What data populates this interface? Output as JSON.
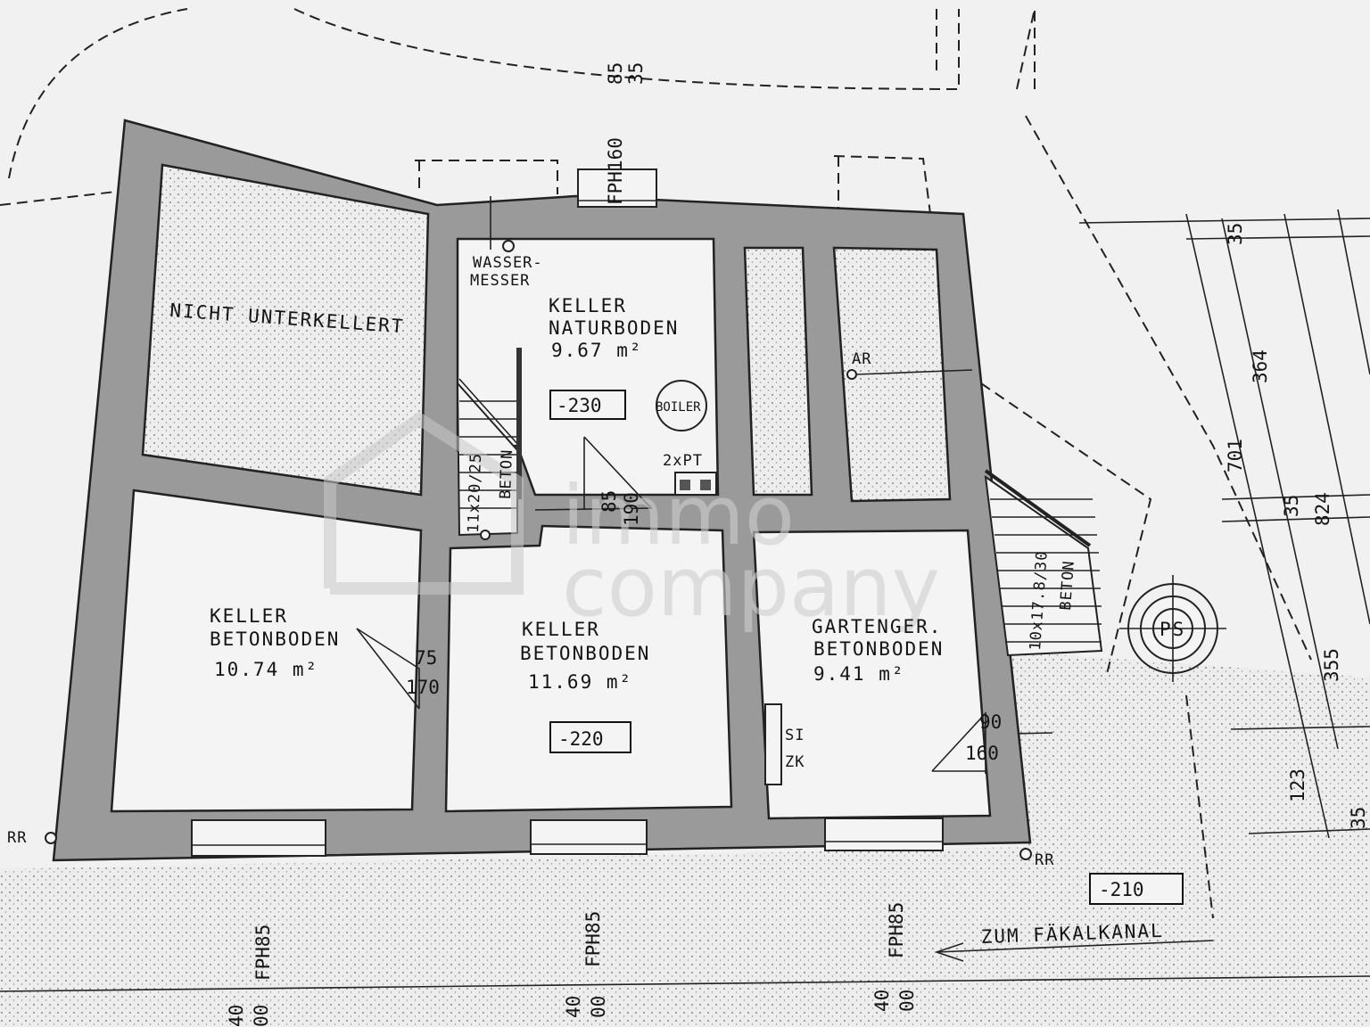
{
  "rooms": {
    "nicht_unterkellert": "NICHT UNTERKELLERT",
    "keller_natur": {
      "name": "KELLER",
      "floor": "NATURBODEN",
      "area": "9.67  m²"
    },
    "keller_left": {
      "name": "KELLER",
      "floor": "BETONBODEN",
      "area": "10.74  m²"
    },
    "keller_center": {
      "name": "KELLER",
      "floor": "BETONBODEN",
      "area": "11.69  m²"
    },
    "gartenger": {
      "name": "GARTENGER.",
      "floor": "BETONBODEN",
      "area": "9.41  m²"
    }
  },
  "labels": {
    "wassermesser_1": "WASSER-",
    "wassermesser_2": "MESSER",
    "boiler": "BOILER",
    "ptx": "2xPT",
    "ar": "AR",
    "ps": "PS",
    "si": "SI",
    "zk": "ZK",
    "rr_left": "RR",
    "rr_right": "RR",
    "beton_left": "BETON",
    "beton_right": "BETON",
    "stairs_left": "11x20/25",
    "stairs_right": "10x17.8/30",
    "zum_faekalkanal": "ZUM FÄKALKANAL"
  },
  "levels": {
    "natur": "-230",
    "center": "-220",
    "outside": "-210"
  },
  "dimensions": {
    "top_window": "FPH160",
    "top_85": "85",
    "top_35": "35",
    "door_left_75": "75",
    "door_left_170": "170",
    "door_mid_85": "85",
    "door_mid_190": "190",
    "door_right_90": "90",
    "door_right_160": "160",
    "win1": "FPH85",
    "win2": "FPH85",
    "win3": "FPH85",
    "win_sub_a": "40",
    "win_sub_b": "00",
    "right_35a": "35",
    "right_364": "364",
    "right_701": "701",
    "right_35b": "35",
    "right_824": "824",
    "right_355": "355",
    "right_123": "123",
    "right_35c": "35"
  },
  "watermark": {
    "line1": "immo",
    "line2": "company"
  }
}
